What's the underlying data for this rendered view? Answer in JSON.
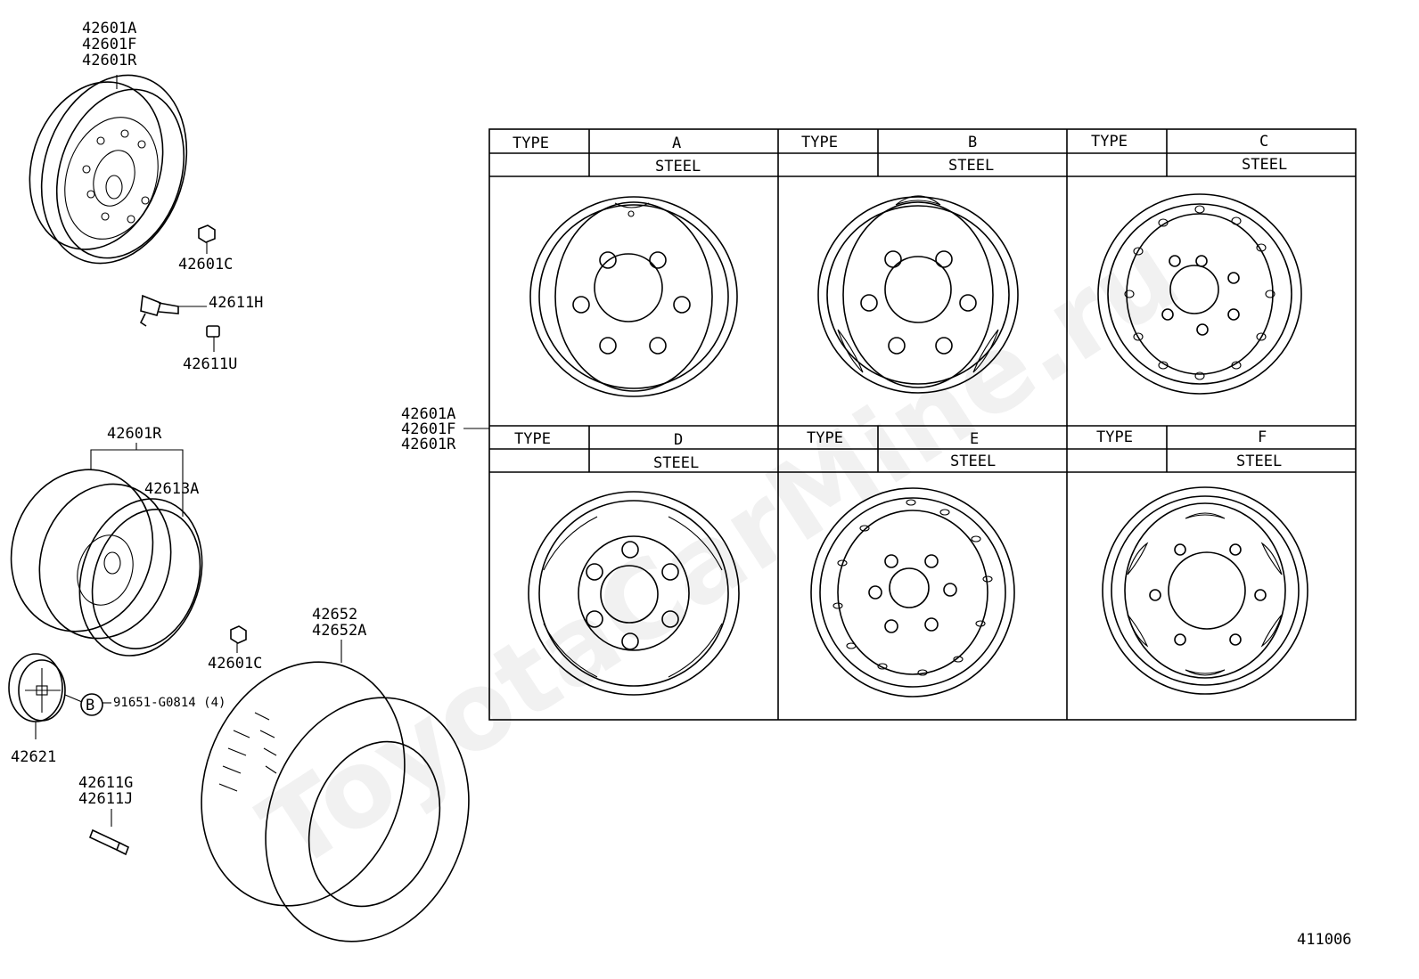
{
  "watermark": "ToyotaCarMine.ru",
  "drawing_id": "411006",
  "parts": {
    "wheel_top": [
      "42601A",
      "42601F",
      "42601R"
    ],
    "nut_top": "42601C",
    "valve": "42611H",
    "valve_cap": "42611U",
    "wheel_dual": "42601R",
    "ring": "42613A",
    "nut_mid": "42601C",
    "hub_cap": "42621",
    "bolt_ref": "B",
    "bolt": "91651-G0814 (4)",
    "valve_stem": [
      "42611G",
      "42611J"
    ],
    "tire": [
      "42652",
      "42652A"
    ],
    "table_ref": [
      "42601A",
      "42601F",
      "42601R"
    ]
  },
  "table": {
    "type_label": "TYPE",
    "cells": [
      {
        "type": "A",
        "material": "STEEL"
      },
      {
        "type": "B",
        "material": "STEEL"
      },
      {
        "type": "C",
        "material": "STEEL"
      },
      {
        "type": "D",
        "material": "STEEL"
      },
      {
        "type": "E",
        "material": "STEEL"
      },
      {
        "type": "F",
        "material": "STEEL"
      }
    ]
  }
}
